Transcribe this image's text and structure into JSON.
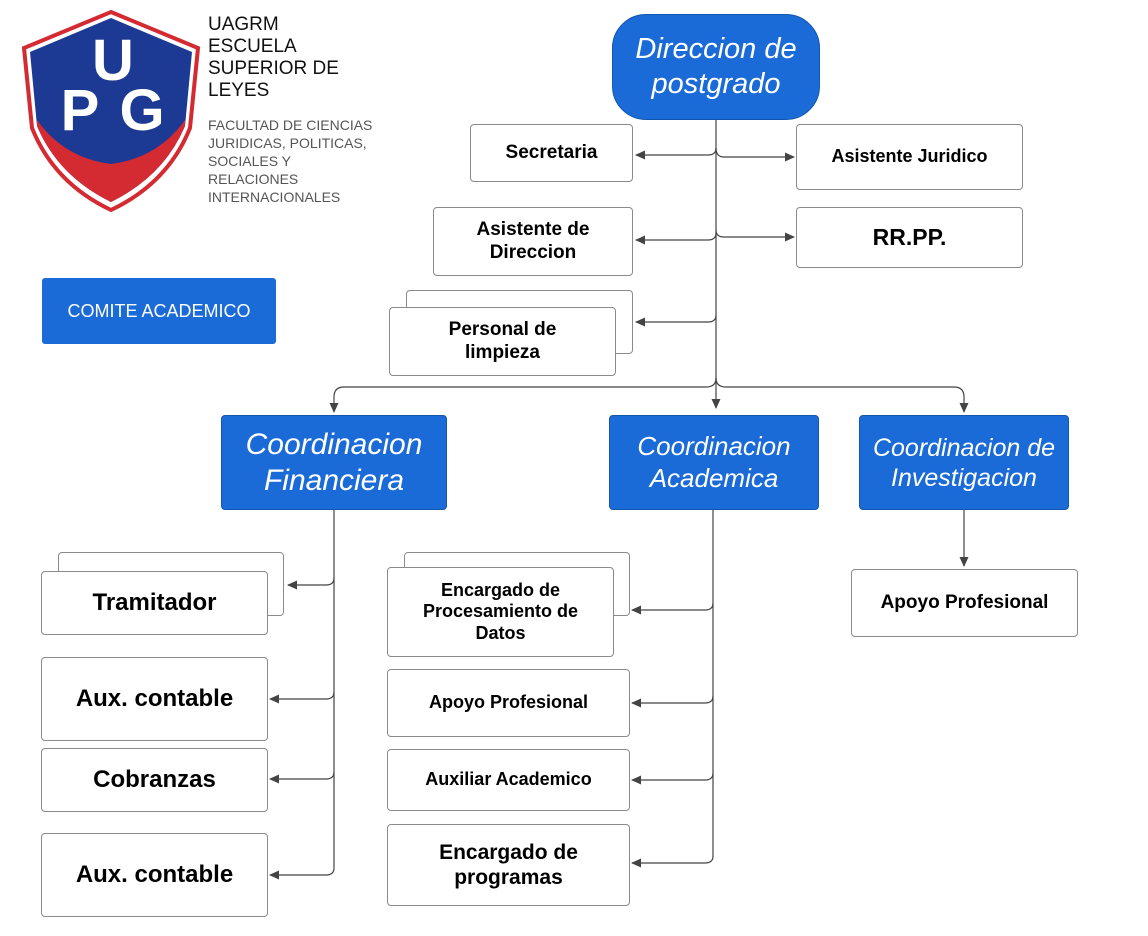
{
  "header": {
    "title_lines": [
      "UAGRM",
      "ESCUELA",
      "SUPERIOR DE",
      "LEYES"
    ],
    "faculty_lines": [
      "FACULTAD DE CIENCIAS",
      "JURIDICAS, POLITICAS,",
      "SOCIALES Y",
      "RELACIONES",
      "INTERNACIONALES"
    ]
  },
  "logo": {
    "letters": [
      "U",
      "P",
      "G"
    ],
    "colors": {
      "shield": "#1c3a93",
      "band": "#d42a32",
      "outline": "#d42a32",
      "letters": "#ffffff"
    }
  },
  "comite": {
    "label": "COMITE ACADEMICO"
  },
  "colors": {
    "accent": "#1a6bd8",
    "box_border": "#8a8a8a",
    "line": "#444444"
  },
  "chart": {
    "root": {
      "lines": [
        "Direccion de",
        "postgrado"
      ]
    },
    "staff_left": [
      {
        "lines": [
          "Secretaria"
        ]
      },
      {
        "lines": [
          "Asistente de",
          "Direccion"
        ]
      },
      {
        "lines": [
          "Personal de",
          "limpieza"
        ]
      }
    ],
    "staff_right": [
      {
        "lines": [
          "Asistente Juridico"
        ]
      },
      {
        "lines": [
          "RR.PP."
        ]
      }
    ],
    "coordinations": [
      {
        "lines": [
          "Coordinacion",
          "Financiera"
        ]
      },
      {
        "lines": [
          "Coordinacion",
          "Academica"
        ]
      },
      {
        "lines": [
          "Coordinacion de",
          "Investigacion"
        ]
      }
    ],
    "financiera_children": [
      {
        "lines": [
          "Tramitador"
        ]
      },
      {
        "lines": [
          "Aux. contable"
        ]
      },
      {
        "lines": [
          "Cobranzas"
        ]
      },
      {
        "lines": [
          "Aux. contable"
        ]
      }
    ],
    "academica_children": [
      {
        "lines": [
          "Encargado de",
          "Procesamiento de",
          "Datos"
        ]
      },
      {
        "lines": [
          "Apoyo Profesional"
        ]
      },
      {
        "lines": [
          "Auxiliar Academico"
        ]
      },
      {
        "lines": [
          "Encargado de",
          "programas"
        ]
      }
    ],
    "investigacion_children": [
      {
        "lines": [
          "Apoyo Profesional"
        ]
      }
    ]
  }
}
